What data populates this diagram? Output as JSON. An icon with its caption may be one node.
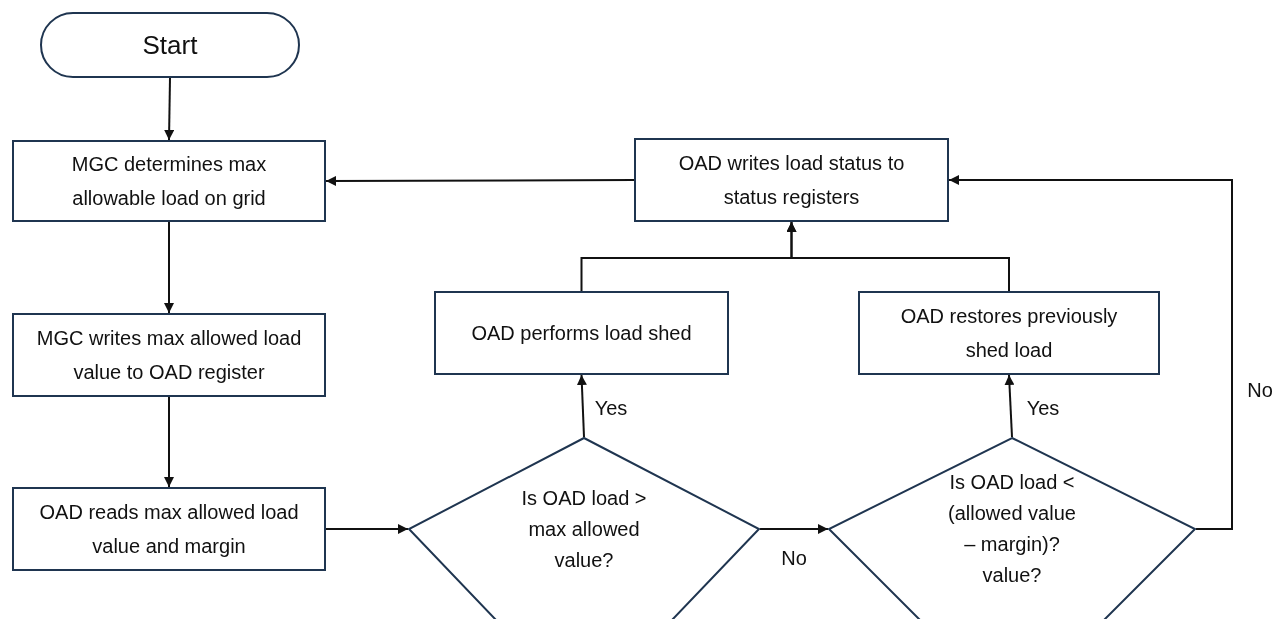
{
  "diagram": {
    "nodes": [
      {
        "text": [
          "Start"
        ]
      },
      {
        "text": [
          "MGC determines max allowable load on grid"
        ]
      },
      {
        "text": [
          "MGC writes max allowed load value to OAD register"
        ]
      },
      {
        "text": [
          "OAD reads max allowed load value and margin"
        ]
      },
      {
        "text": [
          "Is OAD load > max allowed value?"
        ]
      },
      {
        "text": [
          "Is OAD load < (allowed value – margin)? value?"
        ]
      },
      {
        "text": [
          "OAD performs load shed"
        ]
      },
      {
        "text": [
          "OAD restores previously shed load"
        ]
      },
      {
        "text": [
          "OAD writes load status to status registers"
        ]
      }
    ],
    "edges": [
      {
        "from": 0,
        "to": 1,
        "arrow": "to"
      },
      {
        "from": 1,
        "to": 2,
        "arrow": "to"
      },
      {
        "from": 2,
        "to": 3,
        "arrow": "to"
      },
      {
        "from": 3,
        "to": 4,
        "arrow": "to"
      },
      {
        "from": 4,
        "to": 5,
        "arrow": "to",
        "label": "No"
      },
      {
        "from": 4,
        "to": 6,
        "arrow": "to",
        "label": "Yes"
      },
      {
        "from": 5,
        "to": 7,
        "arrow": "to",
        "label": "Yes"
      },
      {
        "from": 6,
        "to": 8,
        "arrow": "to"
      },
      {
        "from": 7,
        "to": 8,
        "arrow": "to"
      },
      {
        "from": 5,
        "to": 8,
        "arrow": "to",
        "label": "No"
      },
      {
        "from": 8,
        "to": 1,
        "arrow": "to"
      }
    ]
  }
}
